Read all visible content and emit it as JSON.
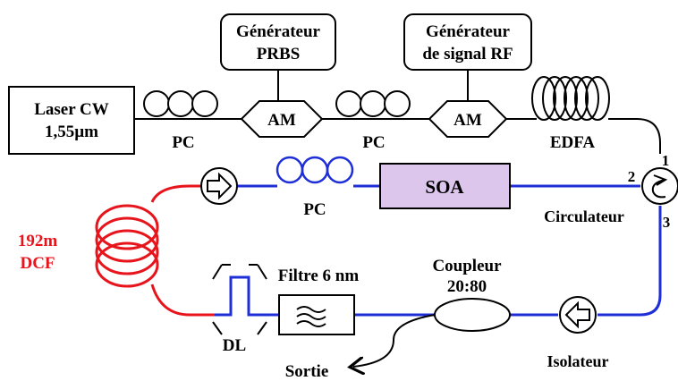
{
  "colors": {
    "fiber_black": "#000000",
    "fiber_blue": "#1f2fd8",
    "fiber_red": "#e8141c",
    "soa_fill": "#dcc6ec",
    "label_red": "#e8141c"
  },
  "labels": {
    "laser_line1": "Laser CW",
    "laser_line2": "1,55µm",
    "prbs_line1": "Générateur",
    "prbs_line2": "PRBS",
    "rf_line1": "Générateur",
    "rf_line2": "de signal RF",
    "am1": "AM",
    "am2": "AM",
    "pc1": "PC",
    "pc2": "PC",
    "pc3": "PC",
    "edfa": "EDFA",
    "soa": "SOA",
    "circ_port1": "1",
    "circ_port2": "2",
    "circ_port3": "3",
    "circulator": "Circulateur",
    "dcf_line1": "192m",
    "dcf_line2": "DCF",
    "filter": "Filtre 6 nm",
    "coupler_line1": "Coupleur",
    "coupler_line2": "20:80",
    "dl": "DL",
    "output": "Sortie",
    "isolator": "Isolateur"
  },
  "icons": {
    "isolator_top": "right-arrow-icon",
    "isolator_bottom": "left-arrow-icon",
    "circulator": "circulator-arrow-icon",
    "filter": "wave-filter-icon",
    "output": "curved-arrow-icon"
  }
}
